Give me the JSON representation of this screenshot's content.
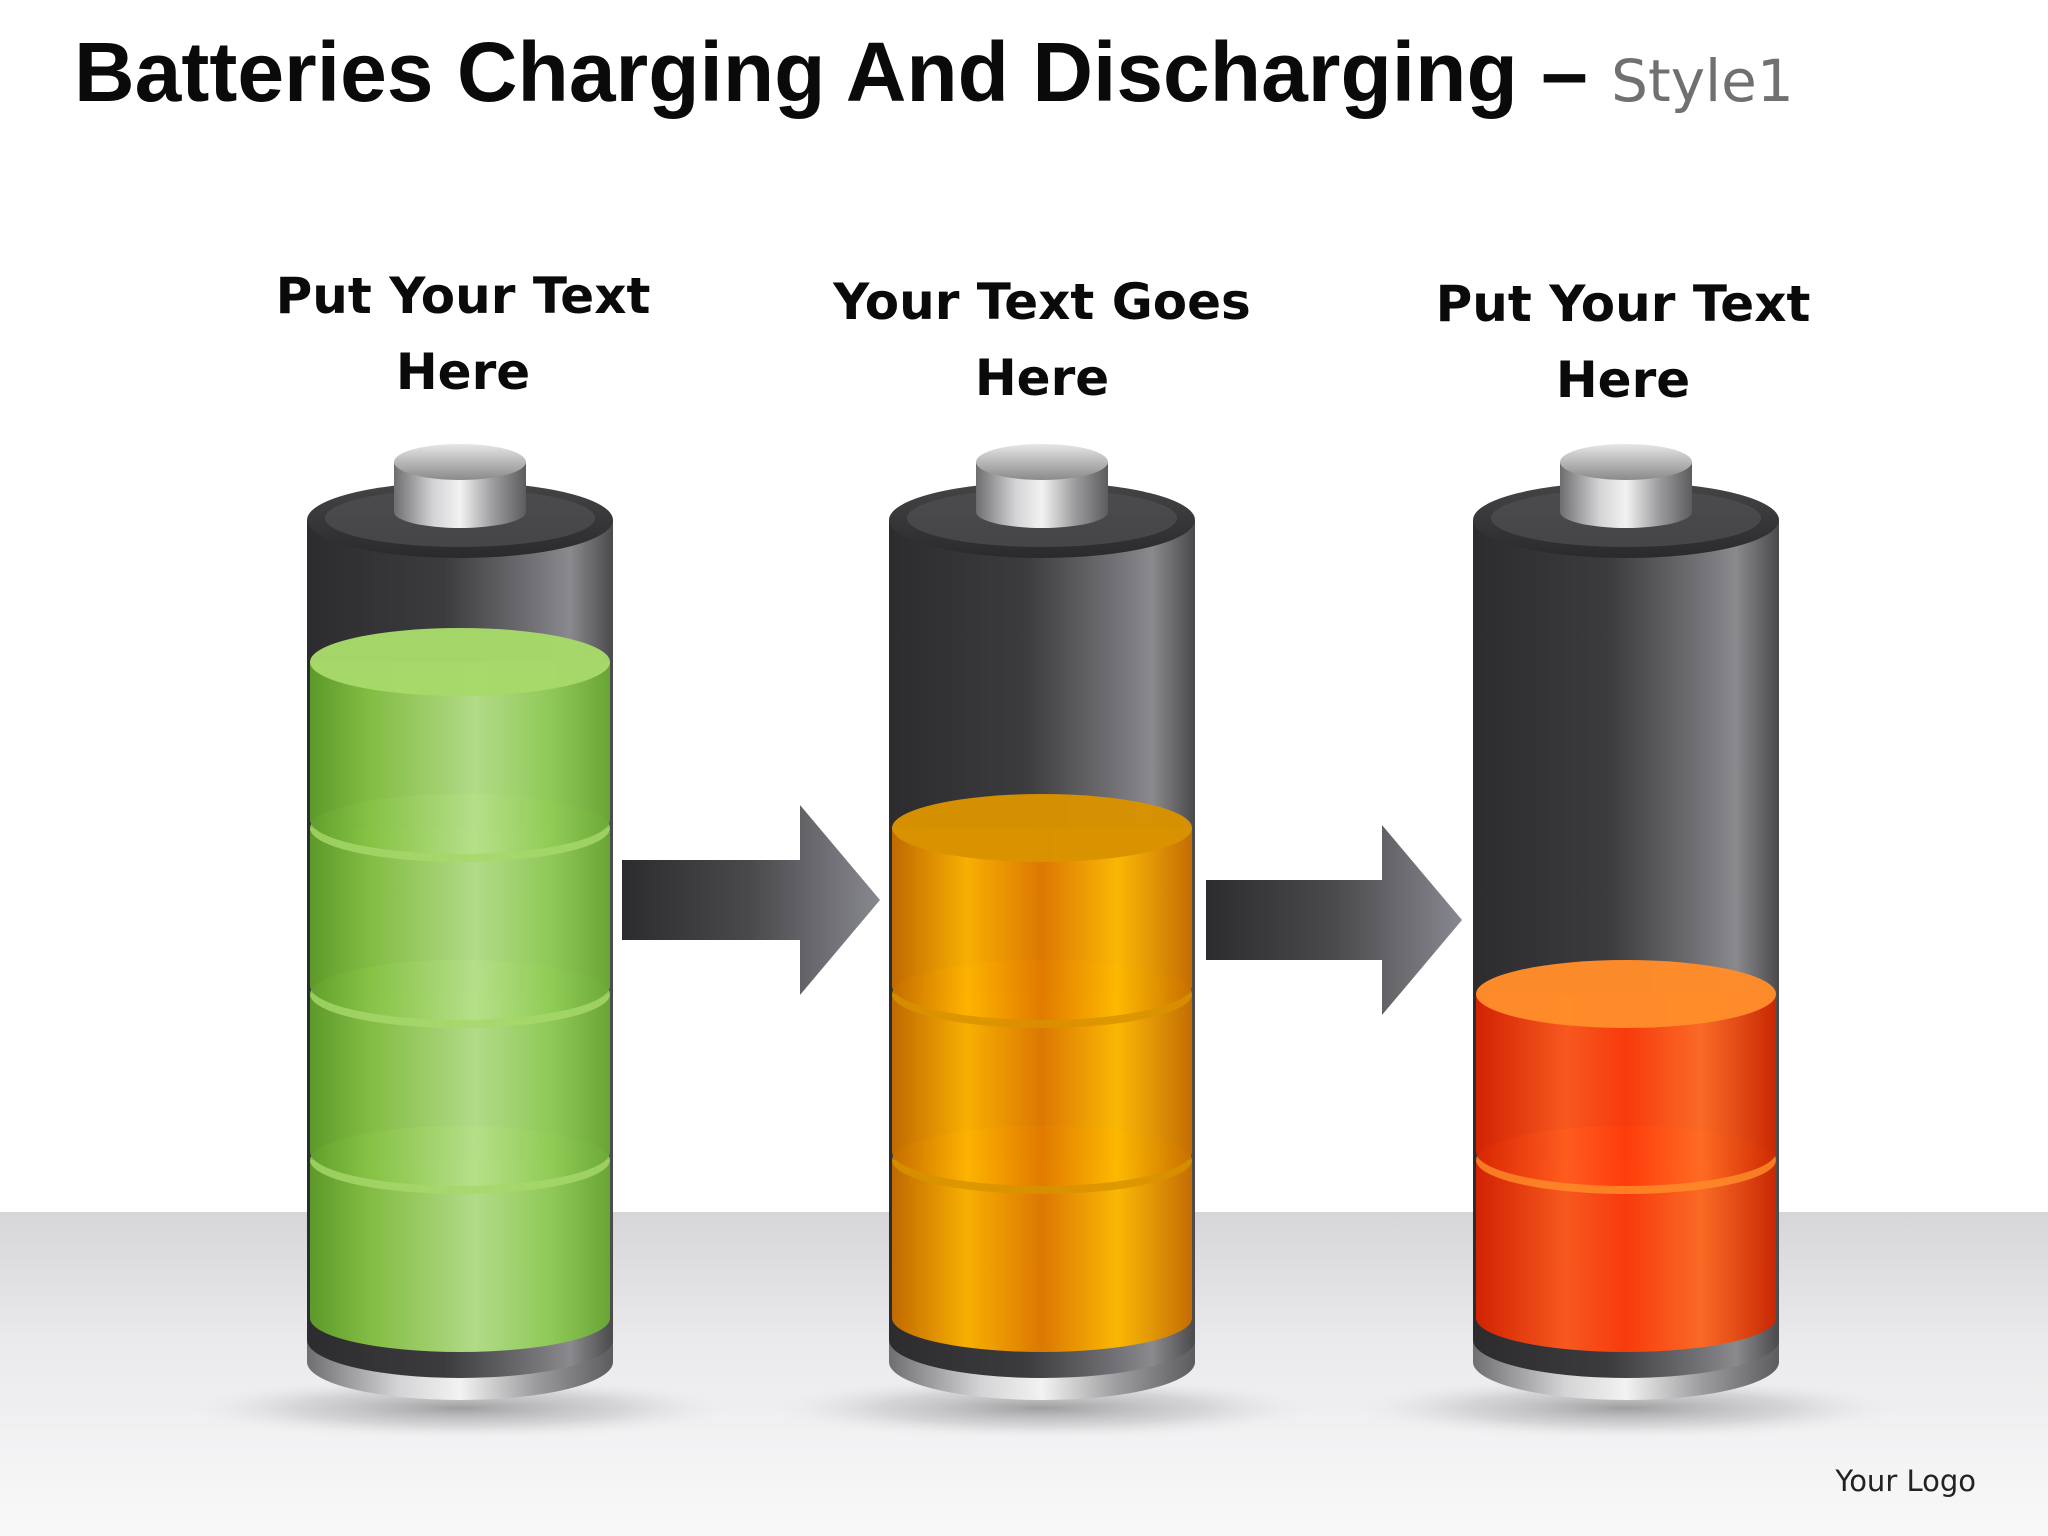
{
  "title": {
    "main": "Batteries Charging And Discharging",
    "dash": " – ",
    "style": "Style1"
  },
  "stages": [
    {
      "label_line1": "Put Your Text",
      "label_line2": "Here",
      "level_segments": 4,
      "color": "green"
    },
    {
      "label_line1": "Your Text Goes",
      "label_line2": "Here",
      "level_segments": 3,
      "color": "amber"
    },
    {
      "label_line1": "Put Your Text",
      "label_line2": "Here",
      "level_segments": 2,
      "color": "red"
    }
  ],
  "colors": {
    "green": "#8cc64a",
    "amber": "#f4a500",
    "red": "#ff4a14",
    "battery_body": "#3a3a3c"
  },
  "arrows": {
    "count": 2,
    "icon": "arrow-right-icon"
  },
  "logo": "Your Logo"
}
